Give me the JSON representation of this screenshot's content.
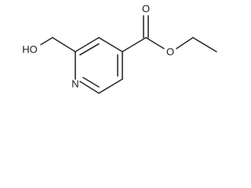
{
  "molecule": {
    "atom_labels": {
      "hydroxyl": "HO",
      "ring_nitrogen": "N",
      "ester_carbonyl_oxygen": "O",
      "ester_alkoxy_oxygen": "O"
    },
    "line_color": "#2b2b2b",
    "label_color": "#1a1a1a"
  }
}
